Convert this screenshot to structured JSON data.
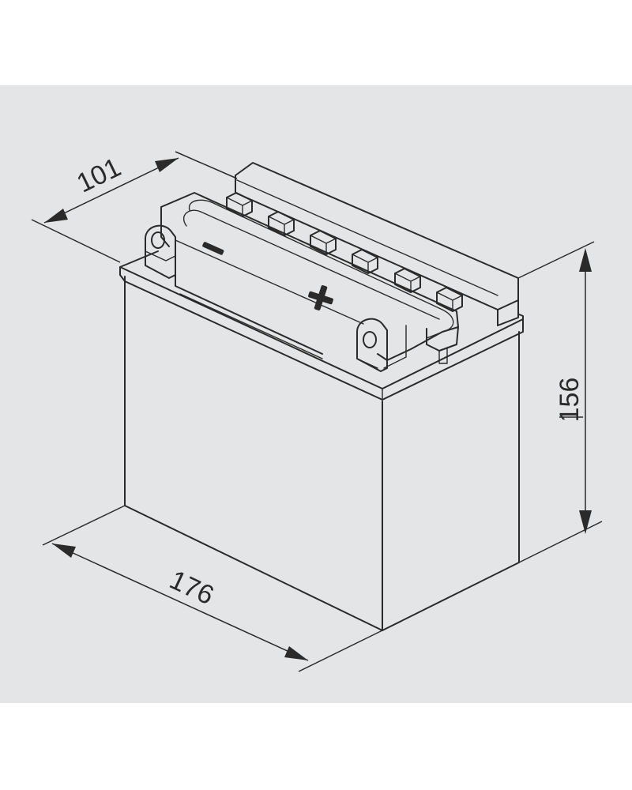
{
  "dimensions": {
    "width": "101",
    "length": "176",
    "height": "156"
  },
  "terminals": {
    "negative": "−",
    "positive": "+"
  },
  "colors": {
    "background_panel": "#e4e5e6",
    "line": "#2a2a2a"
  }
}
